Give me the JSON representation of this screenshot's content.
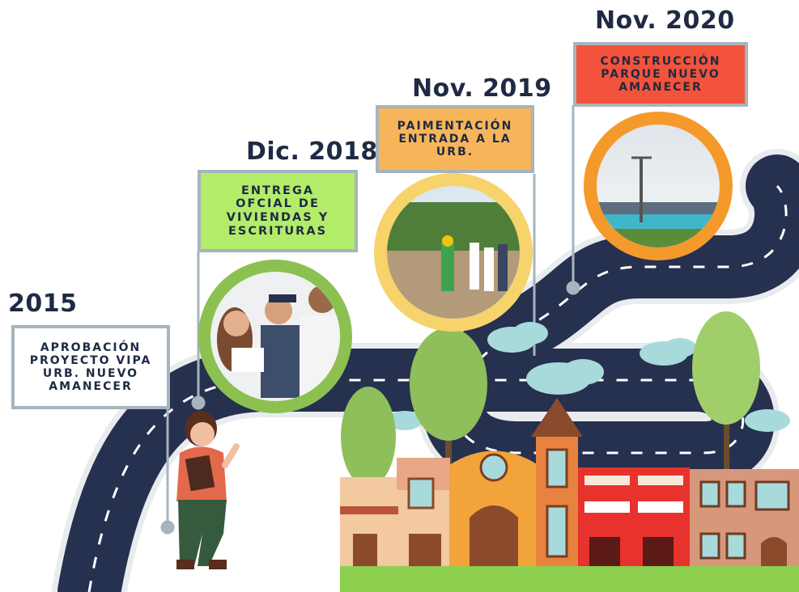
{
  "milestones": [
    {
      "year": "2015",
      "text": "APROBACIÓN\nPROYECTO VIPA\nURB. NUEVO\nAMANECER",
      "box_color": "#ffffff",
      "photo": ""
    },
    {
      "year": "Dic. 2018",
      "text": "ENTREGA\nOFCIAL DE\nVIVIENDAS Y\nESCRITURAS",
      "box_color": "#b3ec69",
      "ring_color": "#8cc152",
      "photo": "officials holding documents"
    },
    {
      "year": "Nov. 2019",
      "text": "PAIMENTACIÓN\nENTRADA A LA\nURB.",
      "box_color": "#f7b55a",
      "ring_color": "#f6d36b",
      "photo": "groundbreaking with shovels"
    },
    {
      "year": "Nov. 2020",
      "text": "CONSTRUCCIÓN\nPARQUE NUEVO\nAMANECER",
      "box_color": "#f2533a",
      "ring_color": "#f39a2b",
      "photo": "new sports park"
    }
  ],
  "colors": {
    "road": "#26304f",
    "road_edge": "#e9ebef",
    "title": "#1f2a44",
    "border": "#a7b4bd"
  }
}
